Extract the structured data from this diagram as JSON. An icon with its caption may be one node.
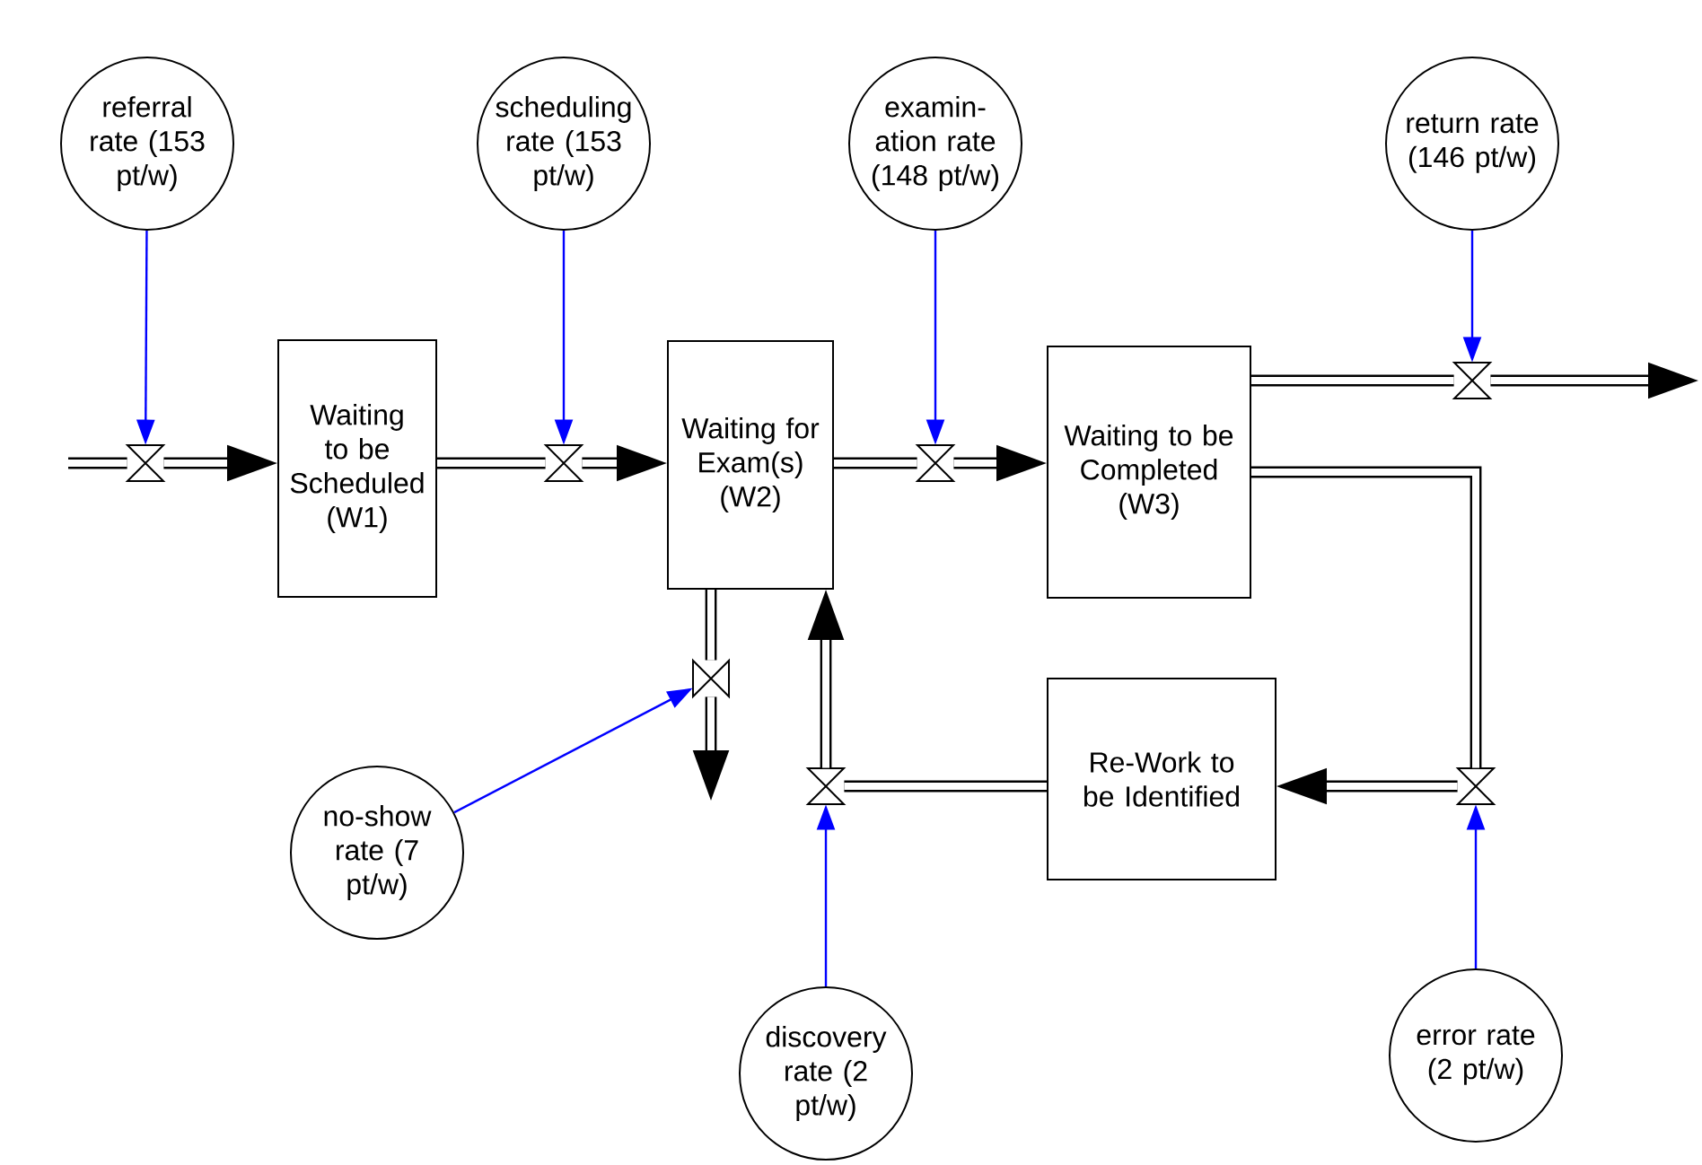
{
  "diagram": {
    "nodes": [
      {
        "text": [
          "referral rate (153 pt/w)"
        ]
      },
      {
        "text": [
          "scheduling rate (153 pt/w)"
        ]
      },
      {
        "text": [
          "examin- ation rate (148 pt/w)"
        ]
      },
      {
        "text": [
          "return rate (146 pt/w)"
        ]
      },
      {
        "text": [
          "Waiting to be Scheduled (W1)"
        ]
      },
      {
        "text": [
          "Waiting for Exam(s) (W2)"
        ]
      },
      {
        "text": [
          "Waiting to be Completed (W3)"
        ]
      },
      {
        "text": [
          "Re-Work to be Identified"
        ]
      },
      {
        "text": [
          "no-show rate (7 pt/w)"
        ]
      },
      {
        "text": [
          "discovery rate (2 pt/w)"
        ]
      },
      {
        "text": [
          "error rate (2 pt/w)"
        ]
      },
      {
        "text": [],
        "shape": "valve"
      },
      {
        "text": [],
        "shape": "valve"
      },
      {
        "text": [],
        "shape": "valve"
      },
      {
        "text": [],
        "shape": "valve"
      },
      {
        "text": [],
        "shape": "valve"
      },
      {
        "text": [],
        "shape": "valve"
      },
      {
        "text": [],
        "shape": "valve"
      }
    ],
    "edges": [
      {
        "from": null,
        "to": 11,
        "arrow": "none"
      },
      {
        "from": 11,
        "to": 4,
        "arrow": "to"
      },
      {
        "from": 4,
        "to": 12,
        "arrow": "none"
      },
      {
        "from": 12,
        "to": 5,
        "arrow": "to"
      },
      {
        "from": 5,
        "to": 13,
        "arrow": "none"
      },
      {
        "from": 13,
        "to": 6,
        "arrow": "to"
      },
      {
        "from": 6,
        "to": 14,
        "arrow": "none"
      },
      {
        "from": 14,
        "to": null,
        "arrow": "to"
      },
      {
        "from": 5,
        "to": 15,
        "arrow": "none"
      },
      {
        "from": 15,
        "to": null,
        "arrow": "to"
      },
      {
        "from": 6,
        "to": 17,
        "arrow": "none"
      },
      {
        "from": 17,
        "to": 7,
        "arrow": "to"
      },
      {
        "from": 7,
        "to": 16,
        "arrow": "none"
      },
      {
        "from": 16,
        "to": 5,
        "arrow": "to"
      },
      {
        "from": 0,
        "to": 11,
        "arrow": "to",
        "color": "#0000ff"
      },
      {
        "from": 1,
        "to": 12,
        "arrow": "to",
        "color": "#0000ff"
      },
      {
        "from": 2,
        "to": 13,
        "arrow": "to",
        "color": "#0000ff"
      },
      {
        "from": 3,
        "to": 14,
        "arrow": "to",
        "color": "#0000ff"
      },
      {
        "from": 8,
        "to": 15,
        "arrow": "to",
        "color": "#0000ff"
      },
      {
        "from": 9,
        "to": 16,
        "arrow": "to",
        "color": "#0000ff"
      },
      {
        "from": 10,
        "to": 17,
        "arrow": "to",
        "color": "#0000ff"
      }
    ]
  }
}
